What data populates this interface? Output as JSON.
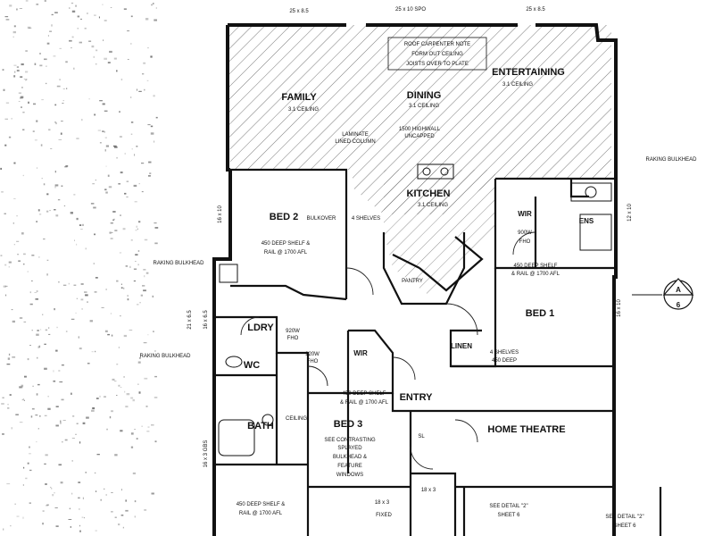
{
  "colors": {
    "ink": "#111111",
    "paper": "#ffffff",
    "hatch": "#555555",
    "noise": "#6a6a6a"
  },
  "rooms": {
    "family": "FAMILY",
    "family_sub": "3.1 CEILING",
    "dining": "DINING",
    "dining_sub": "3.1 CEILING",
    "entertaining": "ENTERTAINING",
    "entertaining_sub": "3.1 CEILING",
    "kitchen": "KITCHEN",
    "kitchen_sub": "3.1 CEILING",
    "bed1": "BED 1",
    "bed2": "BED 2",
    "bed3": "BED 3",
    "ldry": "LDRY",
    "wc": "WC",
    "bath": "BATH",
    "entry": "ENTRY",
    "home_theatre": "HOME THEATRE",
    "wir1": "WIR",
    "wir2": "WIR",
    "ens": "ENS",
    "linen": "LINEN",
    "pantry": "PANTRY"
  },
  "notes": {
    "roof_1": "ROOF CARPENTER NOTE",
    "roof_2": "FORM OUT CEILING",
    "roof_3": "JOISTS OVER TO PLATE",
    "shelf_bed2_1": "450 DEEP SHELF &",
    "shelf_bed2_2": "RAIL @ 1700 AFL",
    "shelf_wir_1": "450 DEEP SHELF",
    "shelf_wir_2": "& RAIL @ 1700 AFL",
    "shelf_bed3_1": "450 DEEP SHELF",
    "shelf_bed3_2": "& RAIL @ 1700 AFL",
    "shelf_bot_1": "450 DEEP SHELF &",
    "shelf_bot_2": "RAIL @ 1700 AFL",
    "shelves_linen_1": "4 SHELVES",
    "shelves_linen_2": "450 DEEP",
    "bed3_note_1": "SEE CONTRASTING",
    "bed3_note_2": "SPLAYED",
    "bed3_note_3": "BULKHEAD &",
    "bed3_note_4": "FEATURE",
    "bed3_note_5": "WINDOWS",
    "raking_bulkhead_l": "RAKING BULKHEAD",
    "raking_bulkhead_r": "RAKING BULKHEAD",
    "raking_bulkhead_ll": "RAKING BULKHEAD",
    "highwall_1": "1500 HIGHWALL",
    "highwall_2": "UNCAPPED",
    "laminate_1": "LAMINATE",
    "laminate_2": "LINED COLUMN",
    "bulkover": "BULKOVER",
    "shelves_side": "4 SHELVES",
    "wir_900_1": "900W",
    "wir_900_2": "FHO",
    "fho_ldry_1": "920W",
    "fho_ldry_2": "FHO",
    "fho_bed3_1": "920W",
    "fho_bed3_2": "FHO",
    "see_detail_1": "SEE DETAIL \"2\"",
    "see_detail_2": "SHEET 6",
    "see_detail_r_1": "SEE DETAIL \"2\"",
    "see_detail_r_2": "SHEET 6",
    "ceiling_note": "CEILING",
    "fixed": "FIXED",
    "sl": "SL"
  },
  "dims": {
    "top_left": "25 x 8.5",
    "top_mid": "25 x 10 SPO",
    "top_right": "25 x 8.5",
    "right_1": "16 x 10",
    "right_2": "12 x 10",
    "left_1": "16 x 10",
    "left_2": "21 x 6.5",
    "left_3": "16 x 6.5",
    "left_4": "16 x 3 GBS",
    "bottom_1": "18 x 3",
    "bottom_2": "18 x 3"
  },
  "section_marker": {
    "letter": "A",
    "sheet": "6"
  }
}
